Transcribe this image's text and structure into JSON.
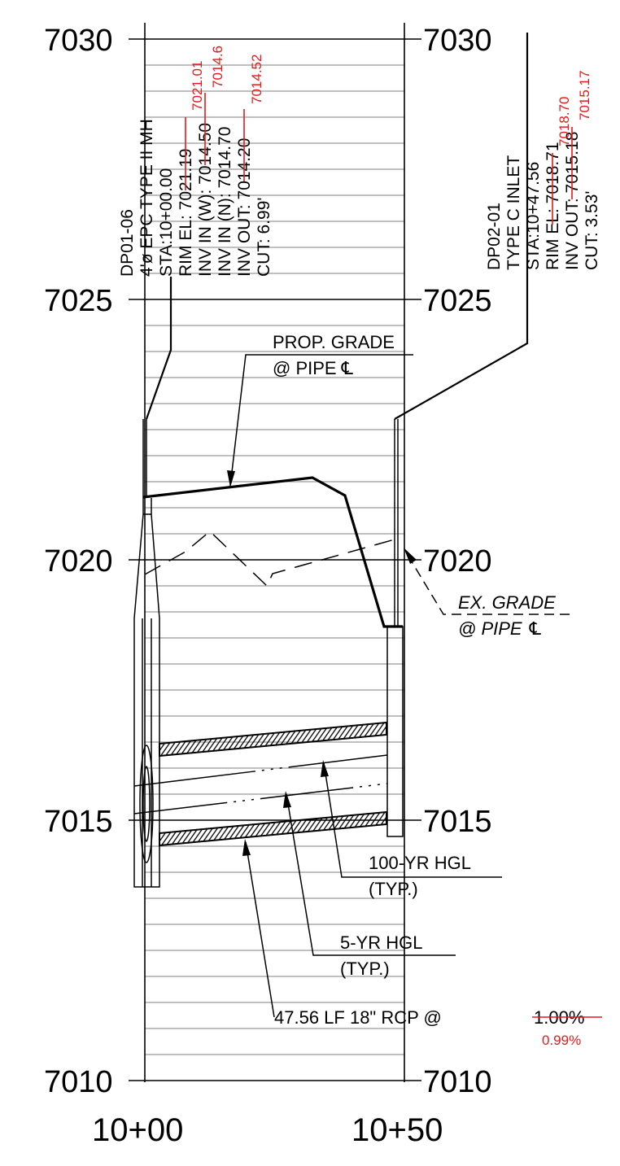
{
  "axis": {
    "elevation_labels": [
      "7030",
      "7025",
      "7020",
      "7015",
      "7010"
    ],
    "station_labels": [
      "10+00",
      "10+50"
    ]
  },
  "structures": {
    "dp01_06": {
      "lines": [
        "DP01-06",
        "4'ø EPC TYPE II MH",
        "STA:10+00.00",
        "RIM EL: 7021.19",
        "INV IN (W): 7014.50",
        "INV IN (N): 7014.70",
        "INV OUT: 7014.20",
        "CUT: 6.99'"
      ],
      "revisions": {
        "rim_el": "7021.01",
        "inv_in_w": "7014.6",
        "inv_out": "7014.52"
      }
    },
    "dp02_01": {
      "lines": [
        "DP02-01",
        "TYPE C INLET",
        "STA:10+47.56",
        "RIM EL: 7018.71",
        "INV OUT: 7015.18",
        "CUT: 3.53'"
      ],
      "revisions": {
        "rim_el": "7018.70",
        "inv_out": "7015.17"
      }
    }
  },
  "callouts": {
    "prop_grade": [
      "PROP. GRADE",
      "@ PIPE ℄"
    ],
    "ex_grade": [
      "EX. GRADE",
      "@ PIPE ℄"
    ],
    "hgl_100yr": [
      "100-YR HGL",
      "(TYP.)"
    ],
    "hgl_5yr": [
      "5-YR HGL",
      "(TYP.)"
    ],
    "pipe_label": "47.56 LF 18\" RCP @",
    "pipe_slope_old": "1.00%",
    "pipe_slope_new": "0.99%"
  },
  "colors": {
    "linework": "#000000",
    "grid_minor": "#9a9a9a",
    "revision": "#e8191b"
  }
}
